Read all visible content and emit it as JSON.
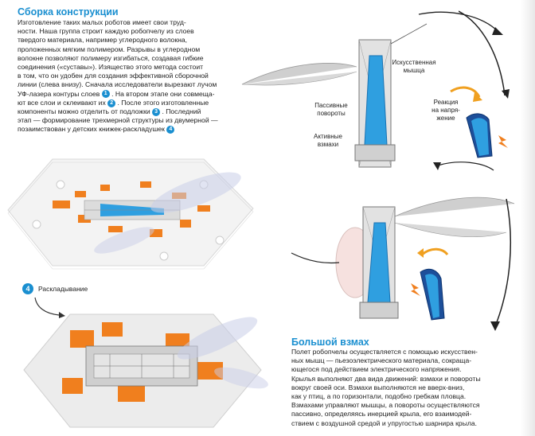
{
  "section1": {
    "title": "Сборка конструкции",
    "lines": [
      "Изготовление таких малых роботов имеет свои труд-",
      "ности. Наша группа строит каждую робопчелу из слоев",
      "твердого материала, например углеродного волокна,",
      "проложенных мягким полимером. Разрывы в углеродном",
      "волокне позволяют полимеру изгибаться, создавая гибкие",
      "соединения («суставы»). Изящество этого метода состоит",
      "в том, что он удобен для создания эффективной сборочной",
      "линии (слева внизу). Сначала исследователи вырезают лучом"
    ],
    "line9a": "УФ-лазера контуры слоев",
    "line9b": ". На втором этапе они совмеща-",
    "line10a": "ют все слои и склеивают их",
    "line10b": ". После этого изготовленные",
    "line11": "компоненты можно отделить от подложки",
    "line11b": ". Последний",
    "line12": "этап — формирование трехмерной структуры из двумерной —",
    "line13": "позаимствован у детских книжек-раскладушек",
    "badges": [
      "1",
      "2",
      "3",
      "4"
    ]
  },
  "step4": {
    "number": "4",
    "label": "Раскладывание"
  },
  "labels": {
    "artificial_muscle": "Искусственная\nмышца",
    "passive_rotations": "Пассивные\nповороты",
    "active_strokes": "Активные\nвзмахи",
    "reaction": "Реакция\nна напря-\nжение"
  },
  "section2": {
    "title": "Большой взмах",
    "lines": [
      "Полет робопчелы осуществляется с помощью искусствен-",
      "ных мышц — пьезоэлектрического материала, сокраща-",
      "ющегося под действием электрического напряжения.",
      "Крылья выполняют два вида движений: взмахи и повороты",
      "вокруг своей оси. Взмахи выполняются не вверх-вниз,",
      "как у птиц, а по горизонтали, подобно гребкам пловца.",
      "Взмахами управляют мышцы, а повороты осуществляются",
      "пассивно, определяясь инерцией крыла, его взаимодей-",
      "ствием с воздушной средой и упругостью шарнира крыла."
    ]
  },
  "colors": {
    "accent": "#1a8fd0",
    "orange": "#f07f1e",
    "blue": "#2f9fe0"
  }
}
